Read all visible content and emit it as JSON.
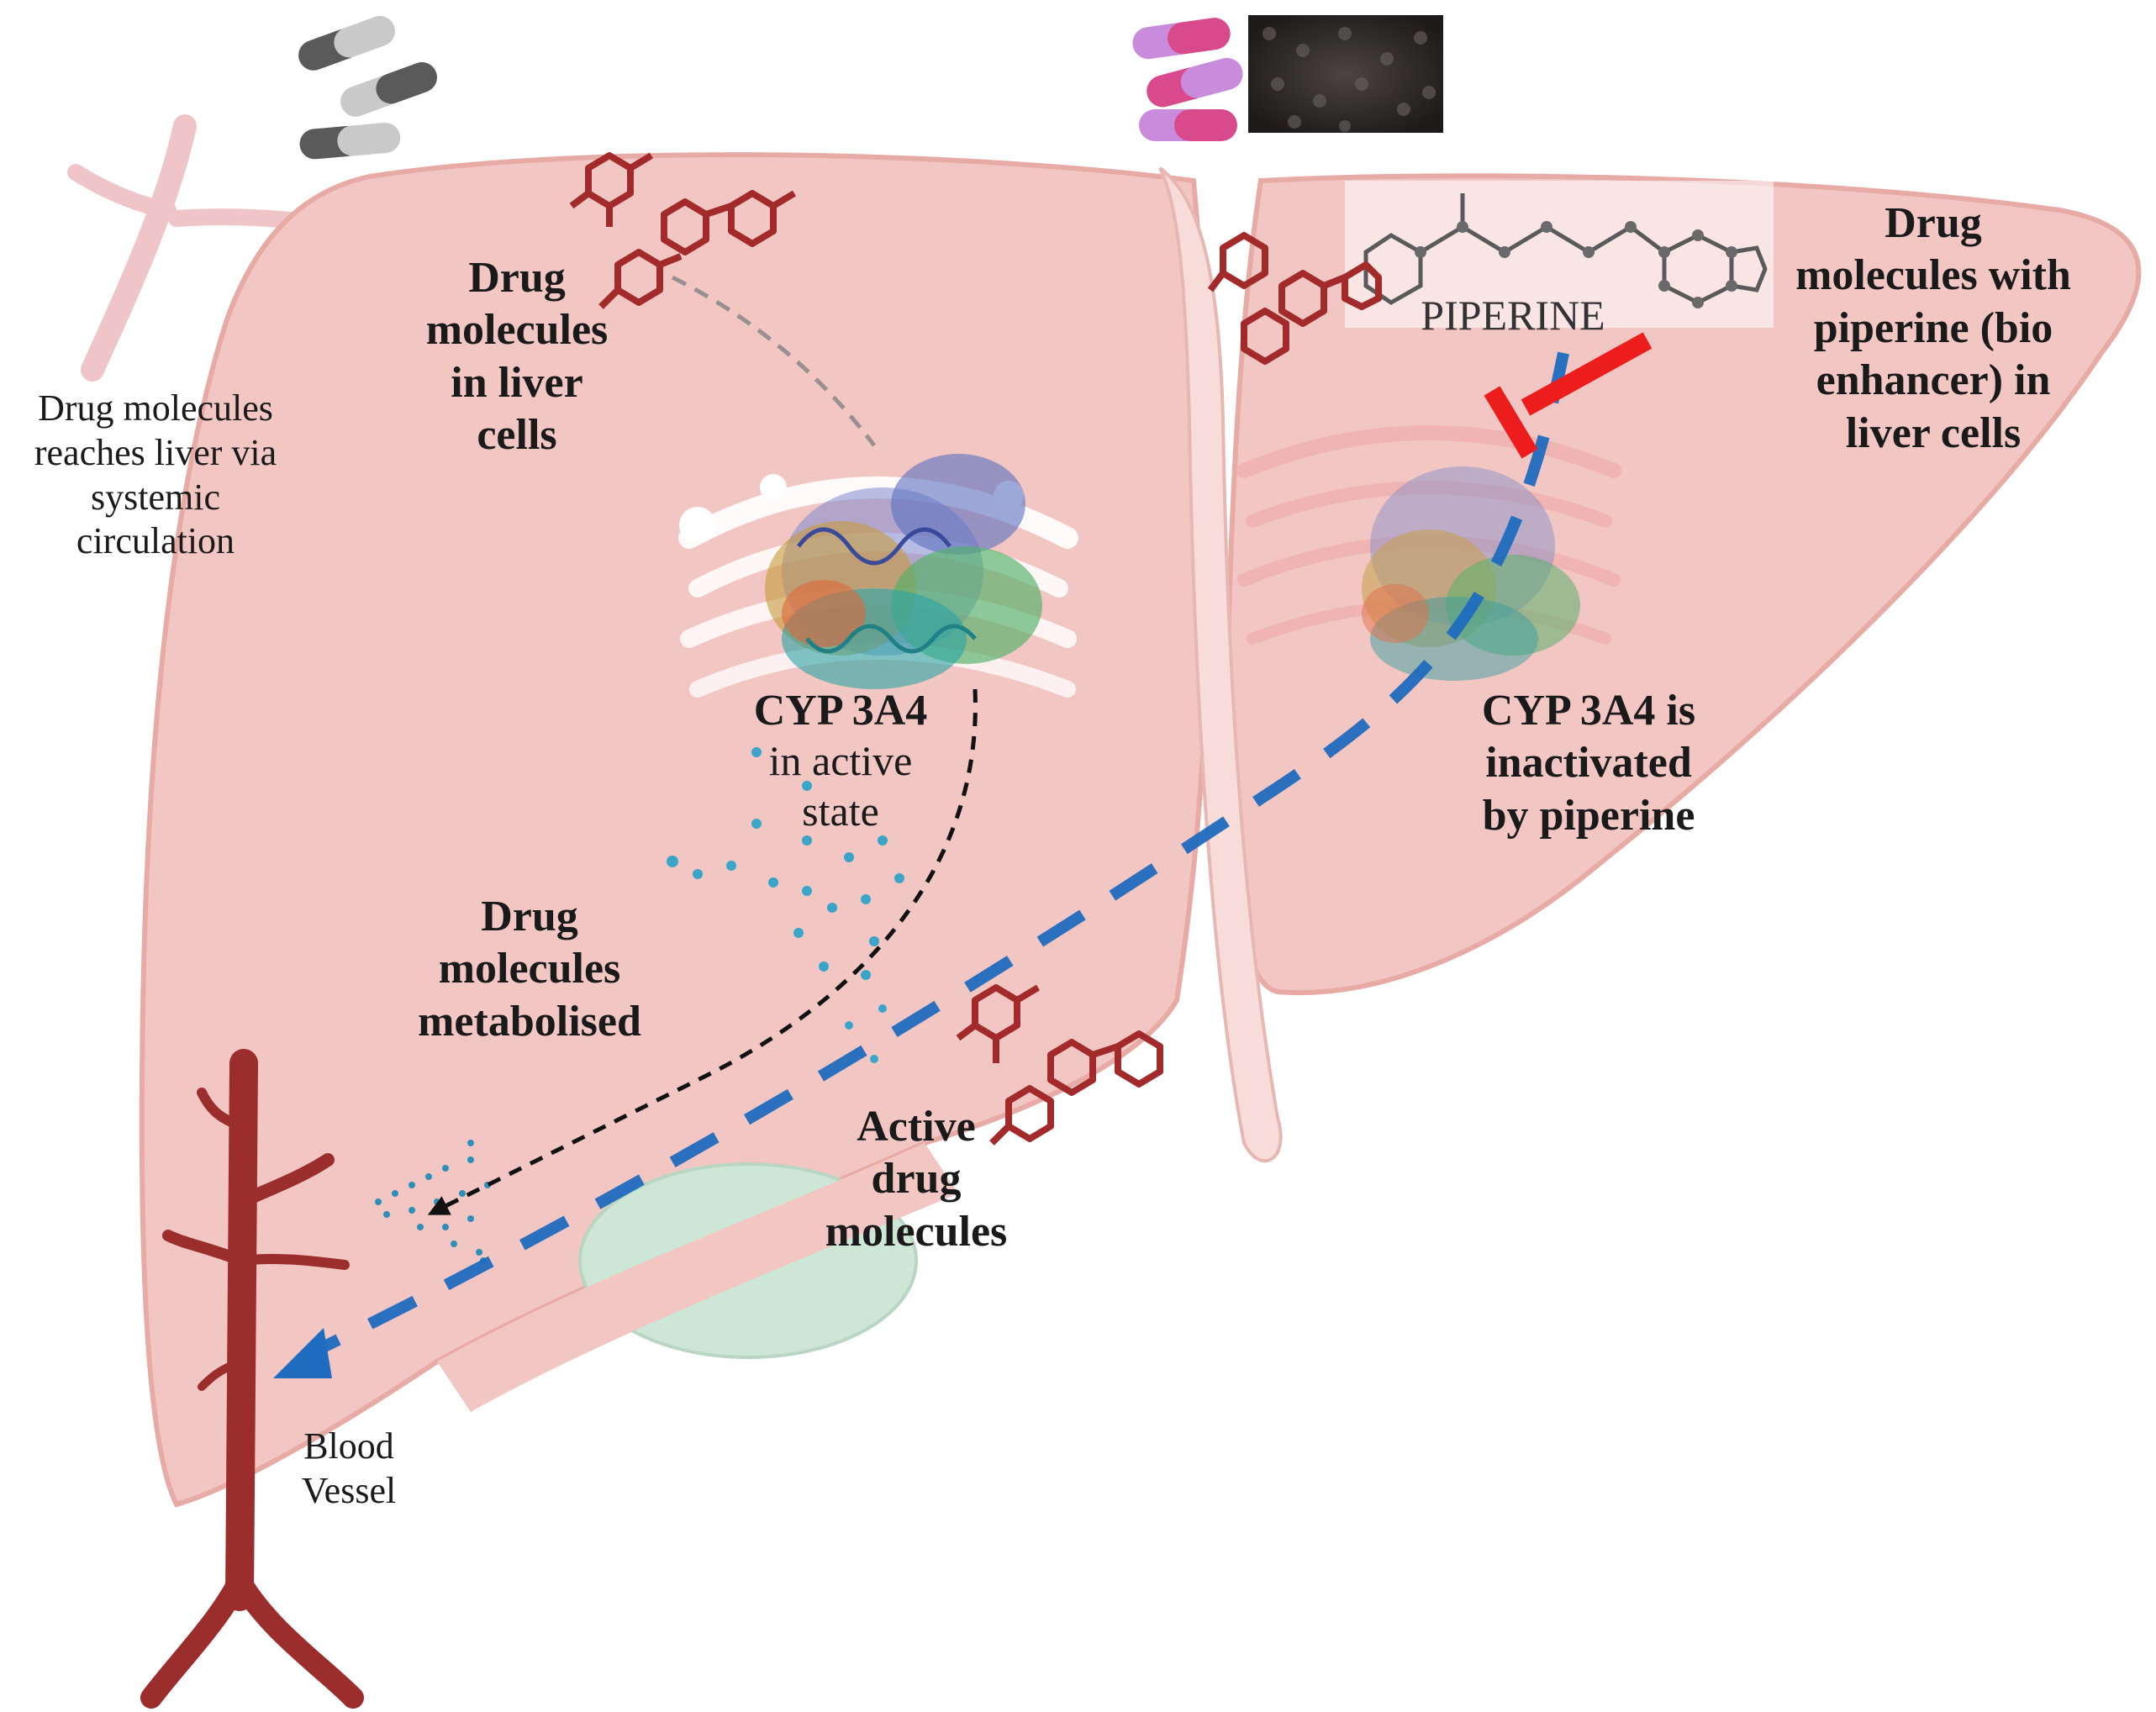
{
  "labels": {
    "systemic": [
      "Drug molecules",
      "reaches  liver via",
      "systemic",
      "circulation"
    ],
    "liver_cells": [
      "Drug",
      "molecules",
      "in liver",
      "cells"
    ],
    "cyp_title": "CYP 3A4",
    "cyp_state": [
      "in active",
      "state"
    ],
    "metabolised": [
      "Drug",
      "molecules",
      "metabolised"
    ],
    "active_drug": [
      "Active",
      "drug",
      "molecules"
    ],
    "blood_vessel": [
      "Blood",
      "Vessel"
    ],
    "piperine_cells": [
      "Drug",
      "molecules with",
      "piperine (bio",
      "enhancer) in",
      "liver cells"
    ],
    "cyp_inactive": [
      "CYP 3A4 is",
      "inactivated",
      "by piperine"
    ],
    "piperine_name": "PIPERINE"
  },
  "icons": {
    "capsules_gray": "capsule-pills-icon",
    "capsules_purple": "capsule-pills-icon",
    "pepper": "black-pepper-seeds-image",
    "enzyme": "cyp3a4-protein-structure-icon",
    "drug": "drug-molecule-icon",
    "inhibit": "inhibition-t-bar-icon"
  },
  "colors": {
    "liver": "#f2c6c3",
    "liver_outline": "#e7aaa5",
    "drug_molecule": "#a32a2a",
    "blood_vessel": "#9b2d2d",
    "flow_arrow": "#1f6bbf",
    "metabolite_dots": "#3aa5c8",
    "inhibition": "#ee1d1d",
    "gallbladder": "#cde6d5"
  }
}
